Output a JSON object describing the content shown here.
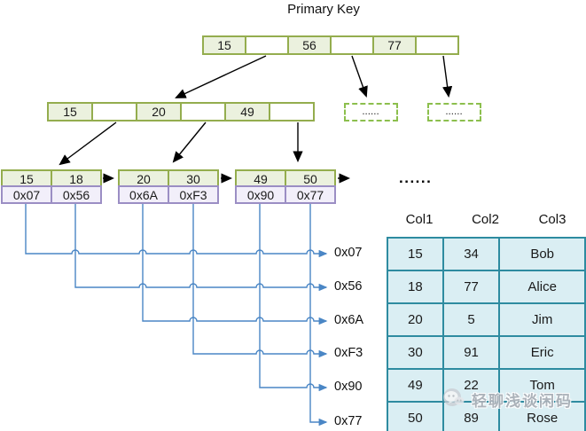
{
  "title": "Primary Key",
  "colors": {
    "node_green_fill": "#ebf1de",
    "node_green_border": "#94ad4e",
    "pointer_purple_fill": "#f2effa",
    "pointer_purple_border": "#9b8ec4",
    "table_fill": "#daeef3",
    "table_border": "#2e8ba0",
    "connector_blue": "#4a86c5",
    "arrow_black": "#000000"
  },
  "root_node": {
    "cells": [
      "15",
      "",
      "56",
      "",
      "77",
      ""
    ]
  },
  "internal_node": {
    "cells": [
      "15",
      "",
      "20",
      "",
      "49",
      ""
    ]
  },
  "dashed_nodes": [
    {
      "label": "......"
    },
    {
      "label": "......"
    }
  ],
  "leaf_nodes": [
    {
      "keys": [
        "15",
        "18"
      ],
      "pointers": [
        "0x07",
        "0x56"
      ]
    },
    {
      "keys": [
        "20",
        "30"
      ],
      "pointers": [
        "0x6A",
        "0xF3"
      ]
    },
    {
      "keys": [
        "49",
        "50"
      ],
      "pointers": [
        "0x90",
        "0x77"
      ]
    }
  ],
  "leaf_ellipsis": "......",
  "pointer_labels": [
    "0x07",
    "0x56",
    "0x6A",
    "0xF3",
    "0x90",
    "0x77"
  ],
  "table": {
    "headers": [
      "Col1",
      "Col2",
      "Col3"
    ],
    "rows": [
      [
        "15",
        "34",
        "Bob"
      ],
      [
        "18",
        "77",
        "Alice"
      ],
      [
        "20",
        "5",
        "Jim"
      ],
      [
        "30",
        "91",
        "Eric"
      ],
      [
        "49",
        "22",
        "Tom"
      ],
      [
        "50",
        "89",
        "Rose"
      ]
    ]
  },
  "watermark": {
    "text": "轻聊浅谈闲码"
  }
}
